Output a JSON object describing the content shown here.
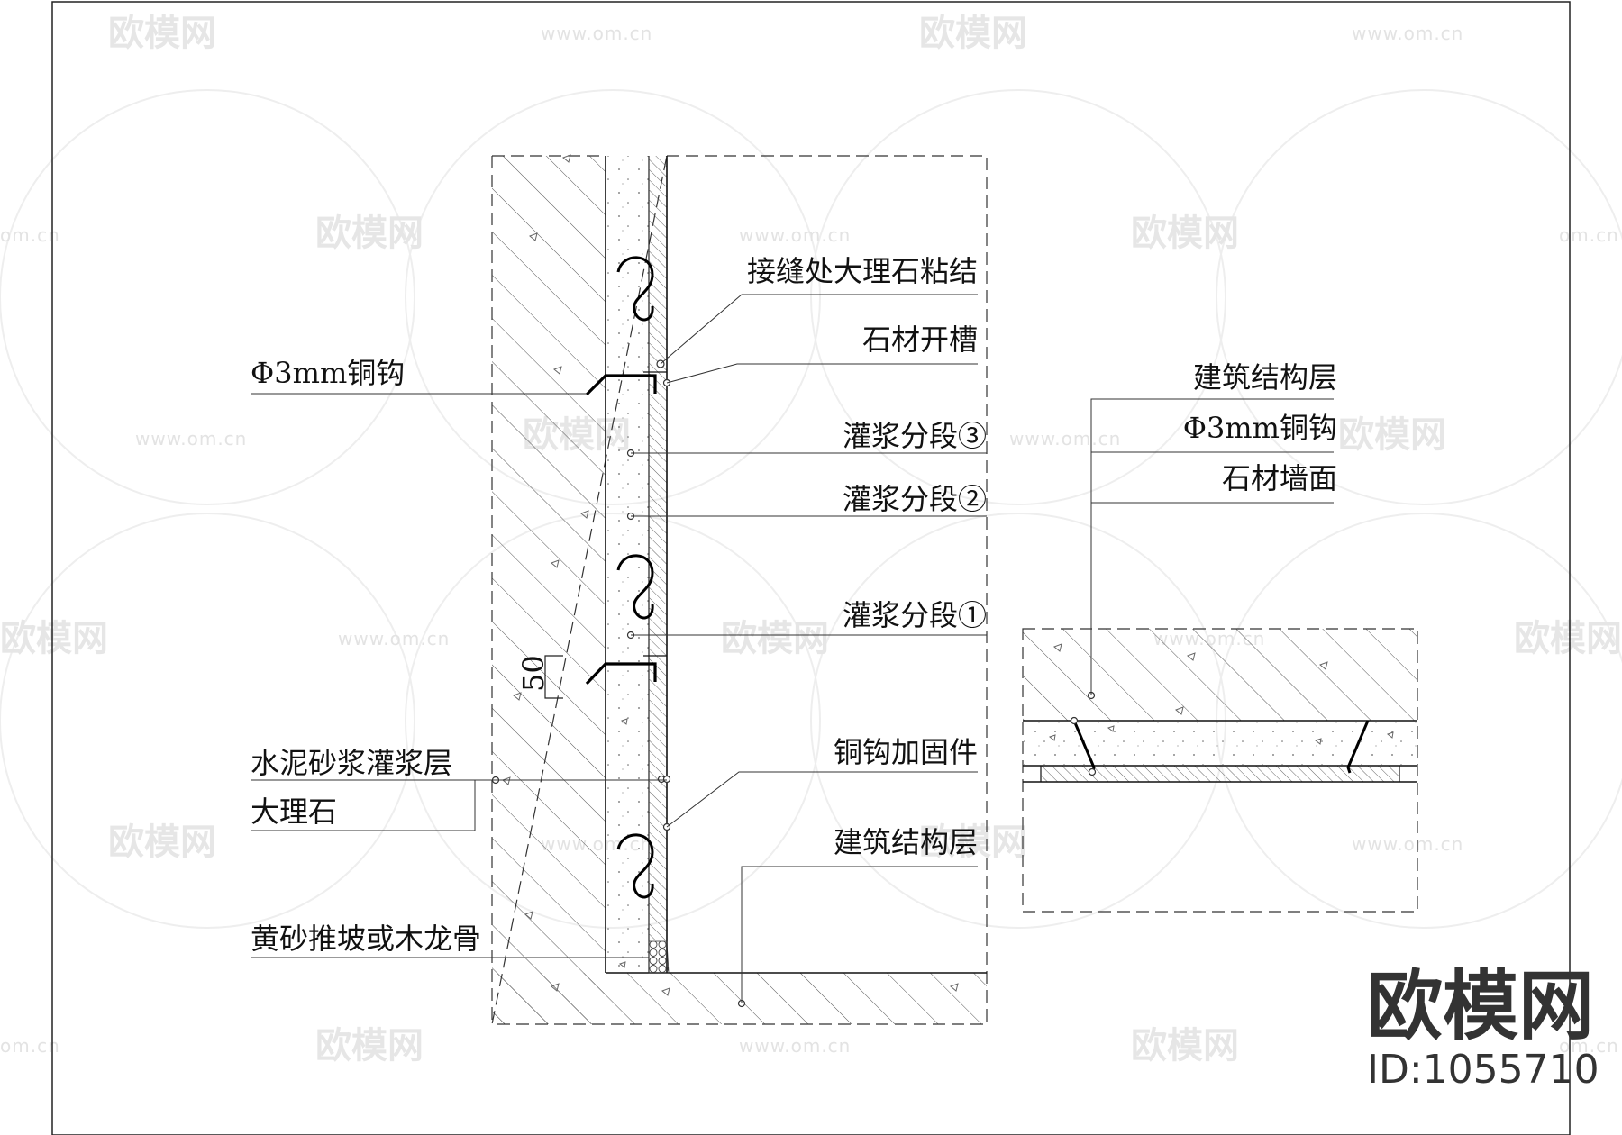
{
  "labels": {
    "joint_bond": "接缝处大理石粘结",
    "stone_groove": "石材开槽",
    "copper_hook_left": "Φ3mm铜钩",
    "grout_3": "灌浆分段③",
    "grout_2": "灌浆分段②",
    "grout_1": "灌浆分段①",
    "dim_50": "50",
    "mortar_layer": "水泥砂浆灌浆层",
    "marble": "大理石",
    "hook_reinforce": "铜钩加固件",
    "structure_left": "建筑结构层",
    "sand_slope": "黄砂推坡或木龙骨",
    "structure_right": "建筑结构层",
    "copper_hook_right": "Φ3mm铜钩",
    "stone_wall": "石材墙面"
  },
  "watermark": {
    "brand": "欧模网",
    "url": "www.om.cn",
    "url_short": "om.cn",
    "id_text": "ID:1055710"
  }
}
